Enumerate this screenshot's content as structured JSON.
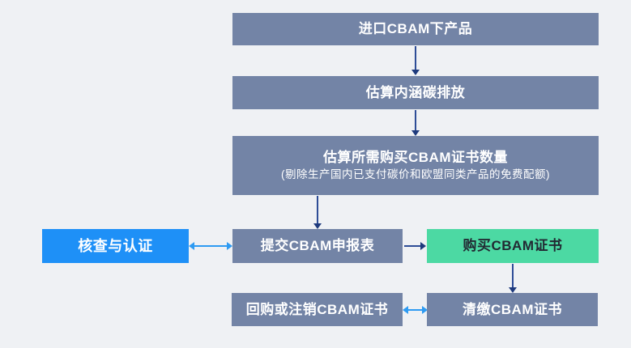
{
  "colors": {
    "bg": "#eff1f4",
    "node_gray": "#7384a6",
    "node_blue": "#1e90f7",
    "node_green": "#4cd9a3",
    "arrow_dark": "#2e4d97",
    "arrow_dark_head": "#1e3a7d",
    "arrow_light": "#2e9bf2",
    "text_light": "#ffffff",
    "text_dark": "#222a33"
  },
  "nodes": {
    "import_product": {
      "label": "进口CBAM下产品"
    },
    "estimate_emissions": {
      "label": "估算内涵碳排放"
    },
    "estimate_certificates": {
      "title": "估算所需购买CBAM证书数量",
      "subtitle": "(剔除生产国内已支付碳价和欧盟同类产品的免费配额)"
    },
    "verification": {
      "label": "核查与认证"
    },
    "submit_declaration": {
      "label": "提交CBAM申报表"
    },
    "buy_certificates": {
      "label": "购买CBAM证书"
    },
    "repurchase_or_cancel": {
      "label": "回购或注销CBAM证书"
    },
    "surrender": {
      "label": "清缴CBAM证书"
    }
  }
}
